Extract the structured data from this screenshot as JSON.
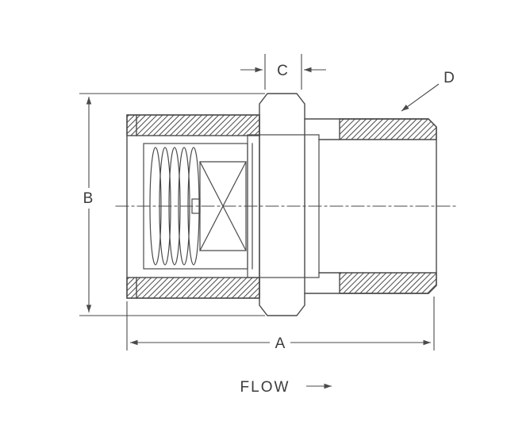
{
  "labels": {
    "dim_a": "A",
    "dim_b": "B",
    "dim_c": "C",
    "dim_d": "D",
    "flow": "FLOW"
  },
  "colors": {
    "line": "#4a4a4a",
    "background": "#ffffff"
  }
}
